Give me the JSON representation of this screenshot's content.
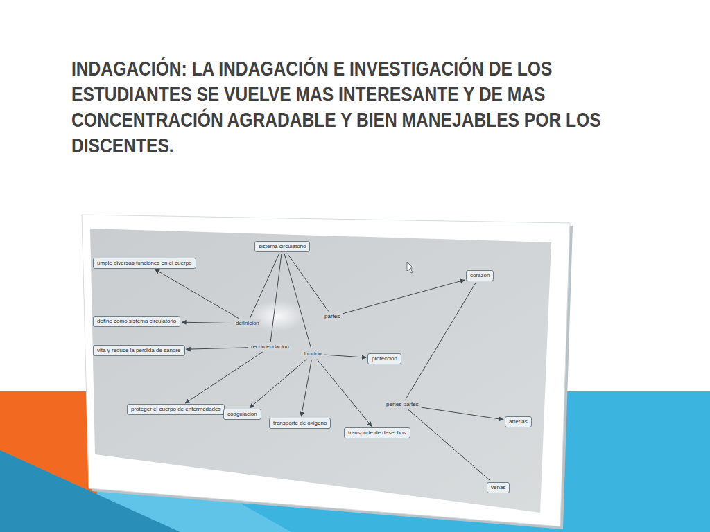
{
  "diagram": {
    "title": "INDAGACIÓN: LA INDAGACIÓN E INVESTIGACIÓN DE LOS ESTUDIANTES SE VUELVE MAS INTERESANTE Y DE MAS CONCENTRACIÓN AGRADABLE Y BIEN MANEJABLES POR LOS DISCENTES.",
    "nodes": [
      {
        "text": [
          "sistema circulatorio"
        ]
      },
      {
        "text": [
          "umple diversas funciones en el cuerpo"
        ]
      },
      {
        "text": [
          "definicion"
        ]
      },
      {
        "text": [
          "partes"
        ]
      },
      {
        "text": [
          "corazon"
        ]
      },
      {
        "text": [
          "define como sistema circulatorio"
        ]
      },
      {
        "text": [
          "recomendacion"
        ]
      },
      {
        "text": [
          "vita y reduce la perdida de sangre"
        ]
      },
      {
        "text": [
          "funcion"
        ]
      },
      {
        "text": [
          "proteccion"
        ]
      },
      {
        "text": [
          "pertes partes"
        ]
      },
      {
        "text": [
          "proteger el cuerpo de enfermedades"
        ]
      },
      {
        "text": [
          "coagulacion"
        ]
      },
      {
        "text": [
          "transporte de oxigeno"
        ]
      },
      {
        "text": [
          "transporte de desechos"
        ]
      },
      {
        "text": [
          "arterias"
        ]
      },
      {
        "text": [
          "venas"
        ]
      }
    ],
    "edges": [
      {
        "from": 0,
        "to": 2,
        "arrow": "none"
      },
      {
        "from": 0,
        "to": 3,
        "arrow": "none"
      },
      {
        "from": 0,
        "to": 6,
        "arrow": "none"
      },
      {
        "from": 0,
        "to": 8,
        "arrow": "none"
      },
      {
        "from": 2,
        "to": 1,
        "arrow": "to"
      },
      {
        "from": 2,
        "to": 5,
        "arrow": "to"
      },
      {
        "from": 6,
        "to": 7,
        "arrow": "to"
      },
      {
        "from": 6,
        "to": 11,
        "arrow": "to"
      },
      {
        "from": 8,
        "to": 9,
        "arrow": "to"
      },
      {
        "from": 8,
        "to": 12,
        "arrow": "to"
      },
      {
        "from": 8,
        "to": 13,
        "arrow": "to"
      },
      {
        "from": 8,
        "to": 14,
        "arrow": "to"
      },
      {
        "from": 3,
        "to": 4,
        "arrow": "to"
      },
      {
        "from": 4,
        "to": 10,
        "arrow": "none"
      },
      {
        "from": 10,
        "to": 15,
        "arrow": "to"
      },
      {
        "from": 10,
        "to": 16,
        "arrow": "none"
      }
    ]
  }
}
